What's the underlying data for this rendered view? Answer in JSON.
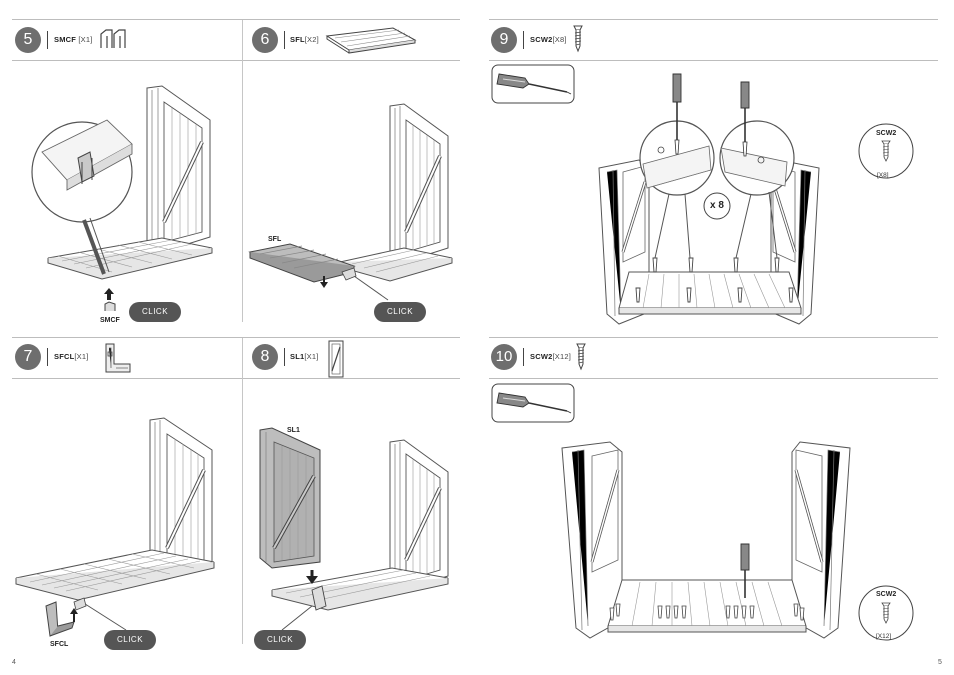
{
  "pages": {
    "left_number": "4",
    "right_number": "5"
  },
  "steps": [
    {
      "id": "5",
      "number": "5",
      "part_code": "SMCF",
      "quantity": "[X1]",
      "callouts": {
        "part": "SMCF",
        "action": "CLICK"
      }
    },
    {
      "id": "6",
      "number": "6",
      "part_code": "SFL",
      "quantity": "[X2]",
      "callouts": {
        "part": "SFL",
        "action": "CLICK"
      }
    },
    {
      "id": "7",
      "number": "7",
      "part_code": "SFCL",
      "quantity": "[X1]",
      "callouts": {
        "part": "SFCL",
        "action": "CLICK"
      }
    },
    {
      "id": "8",
      "number": "8",
      "part_code": "SL1",
      "quantity": "[X1]",
      "callouts": {
        "part": "SL1",
        "action": "CLICK"
      }
    },
    {
      "id": "9",
      "number": "9",
      "part_code": "SCW2",
      "quantity": "[X8]",
      "callouts": {
        "multiplier": "x 8",
        "bubble_code": "SCW2",
        "bubble_qty": "[X8]"
      }
    },
    {
      "id": "10",
      "number": "10",
      "part_code": "SCW2",
      "quantity": "[X12]",
      "callouts": {
        "bubble_code": "SCW2",
        "bubble_qty": "[X12]"
      }
    }
  ],
  "icons": {
    "screwdriver": "screwdriver-icon",
    "screw": "screw-icon",
    "arrow": "arrow-up-icon"
  },
  "colors": {
    "step_circle": "#6e6e6e",
    "click_badge": "#555555",
    "panel_gray": "#bdbdbd"
  }
}
